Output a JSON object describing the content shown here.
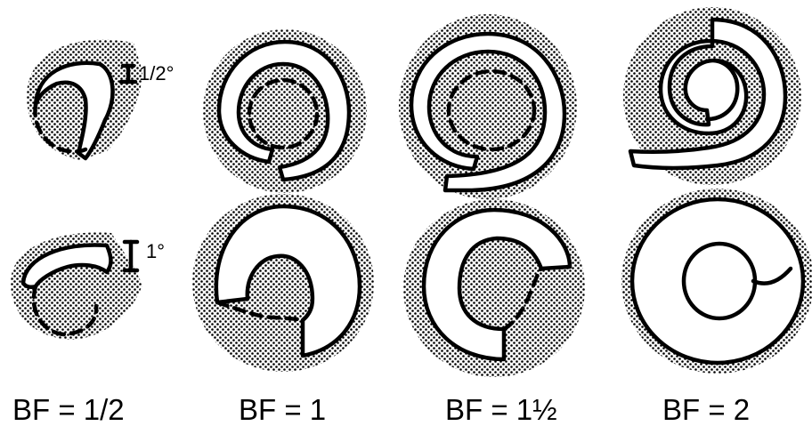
{
  "figure": {
    "labels": {
      "bf_half": "BF = 1/2",
      "bf_one": "BF = 1",
      "bf_one_half": "BF = 1½",
      "bf_two": "BF = 2"
    },
    "annotations": {
      "half_degree": "1/2°",
      "one_degree": "1°"
    }
  }
}
